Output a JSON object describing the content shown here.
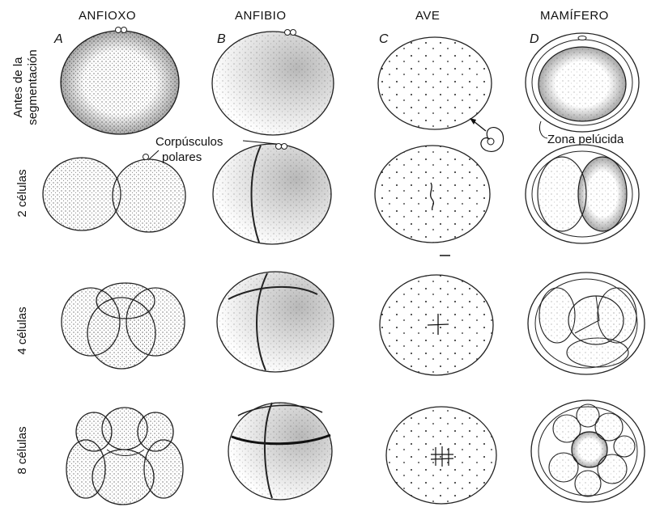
{
  "columns": [
    {
      "name": "ANFIOXO",
      "letter": "A"
    },
    {
      "name": "ANFIBIO",
      "letter": "B"
    },
    {
      "name": "AVE",
      "letter": "C"
    },
    {
      "name": "MAMÍFERO",
      "letter": "D"
    }
  ],
  "rows": [
    {
      "label_line1": "Antes de la",
      "label_line2": "segmentación"
    },
    {
      "label_line1": "2 células",
      "label_line2": ""
    },
    {
      "label_line1": "4 células",
      "label_line2": ""
    },
    {
      "label_line1": "8 células",
      "label_line2": ""
    }
  ],
  "annotations": {
    "polar_bodies_line1": "Corpúsculos",
    "polar_bodies_line2": "polares",
    "zona_pellucida": "Zona pelúcida"
  }
}
